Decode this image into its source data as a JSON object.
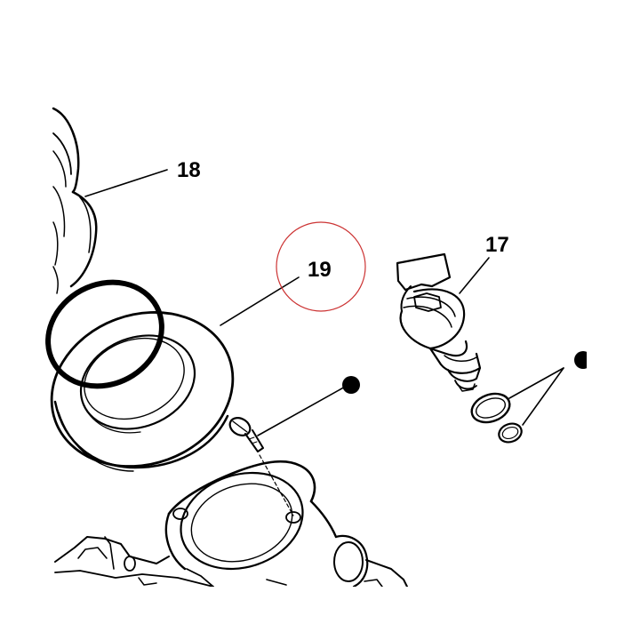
{
  "diagram": {
    "callouts": [
      {
        "id": "18",
        "label": "18"
      },
      {
        "id": "19",
        "label": "19"
      },
      {
        "id": "17",
        "label": "17"
      }
    ],
    "highlight": {
      "target": "19",
      "color": "#cc3333"
    },
    "colors": {
      "ink": "#000000",
      "background": "#ffffff",
      "highlight": "#cc3333"
    }
  }
}
